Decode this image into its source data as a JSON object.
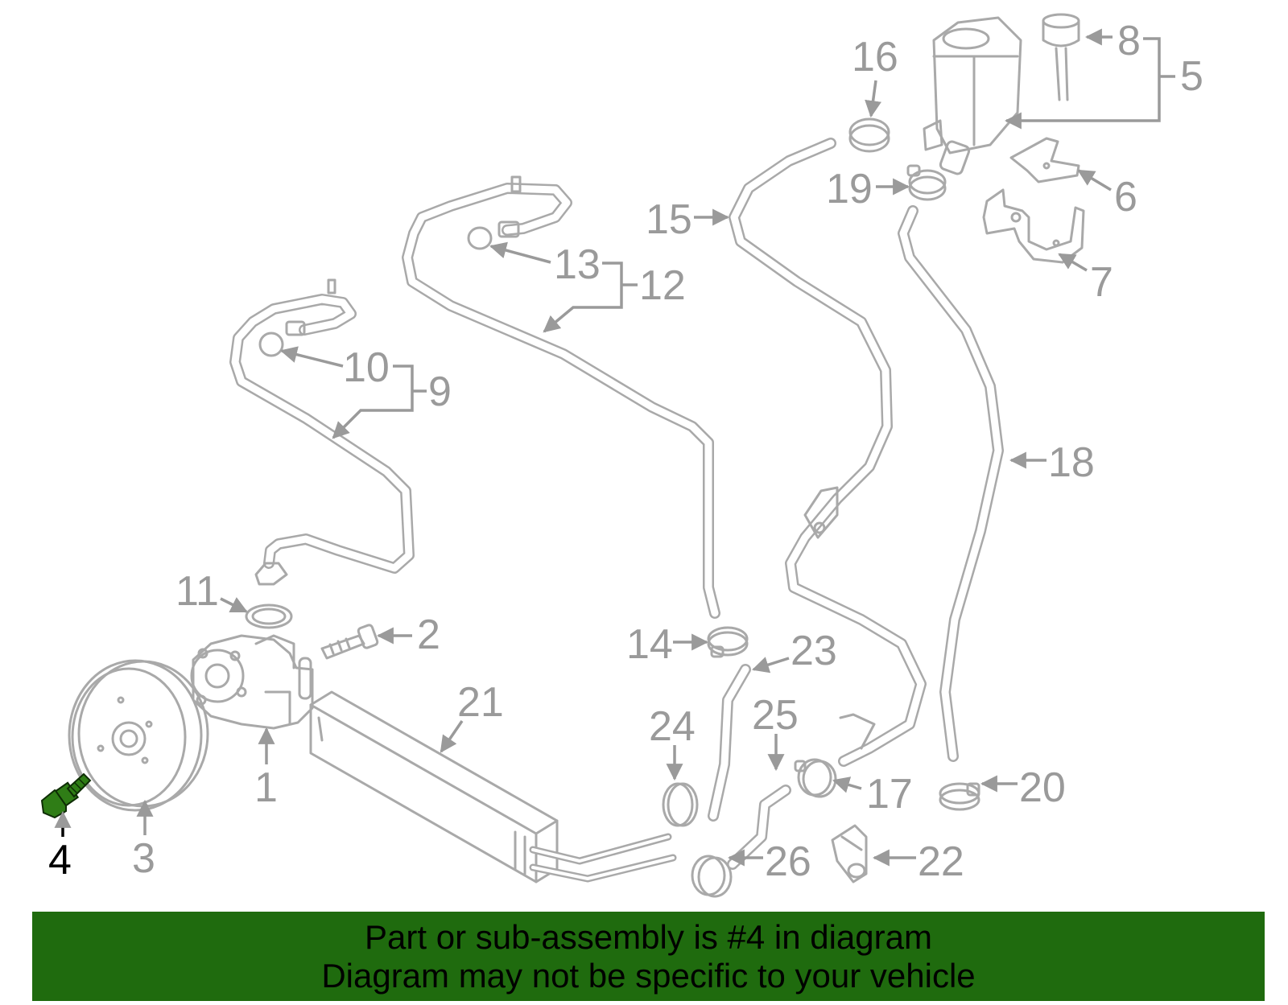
{
  "diagram": {
    "highlight_color": "#2f7d16",
    "line_color": "#a9a9a9",
    "highlighted_callout": "4",
    "callouts": {
      "c1": "1",
      "c2": "2",
      "c3": "3",
      "c4": "4",
      "c5": "5",
      "c6": "6",
      "c7": "7",
      "c8": "8",
      "c9": "9",
      "c10": "10",
      "c11": "11",
      "c12": "12",
      "c13": "13",
      "c14": "14",
      "c15": "15",
      "c16": "16",
      "c17": "17",
      "c18": "18",
      "c19": "19",
      "c20": "20",
      "c21": "21",
      "c22": "22",
      "c23": "23",
      "c24": "24",
      "c25": "25",
      "c26": "26"
    }
  },
  "banner": {
    "background": "#1f6b0e",
    "line1": "Part or sub-assembly is #4 in diagram",
    "line2": "Diagram may not be specific to your vehicle"
  }
}
